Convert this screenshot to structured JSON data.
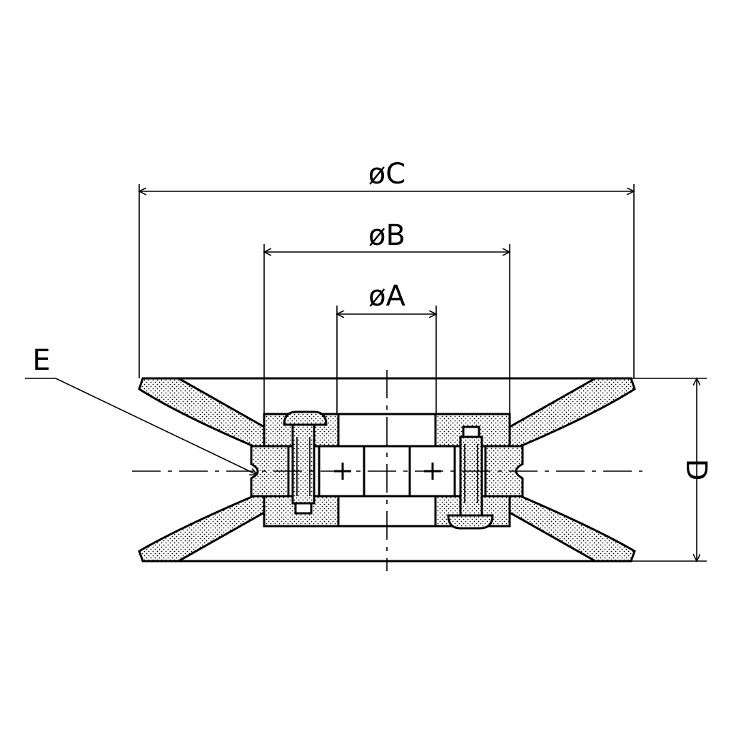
{
  "diagram": {
    "labels": {
      "outer_diameter": "øC",
      "pitch_diameter": "øB",
      "bore_diameter": "øA",
      "width": "D",
      "groove": "E"
    },
    "colors": {
      "line": "#000000",
      "background": "#ffffff",
      "hatch": "#000000"
    }
  }
}
